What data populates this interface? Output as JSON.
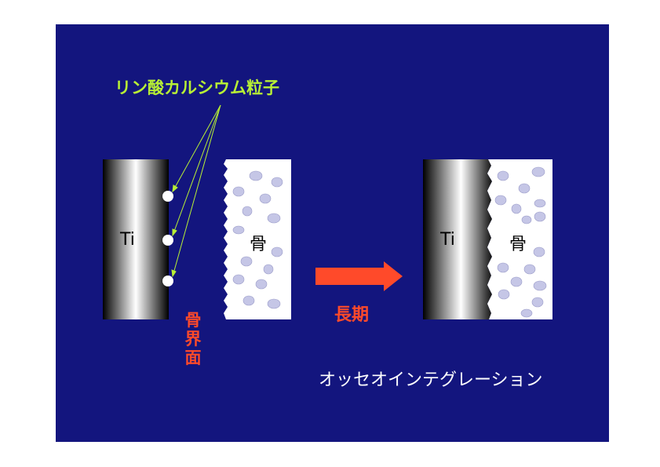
{
  "labels": {
    "particles": "リン酸カルシウム粒子",
    "ti_left": "Ti",
    "bone_left": "骨",
    "interface": "骨界面",
    "long_term": "長期",
    "ti_right": "Ti",
    "bone_right": "骨",
    "osseointegration": "オッセオインテグレーション"
  },
  "colors": {
    "background": "#13157e",
    "particle_label": "#b8f035",
    "accent_red": "#ff4a2a",
    "bone_fill": "#ffffff",
    "bone_spot": "#c5c6e6"
  }
}
